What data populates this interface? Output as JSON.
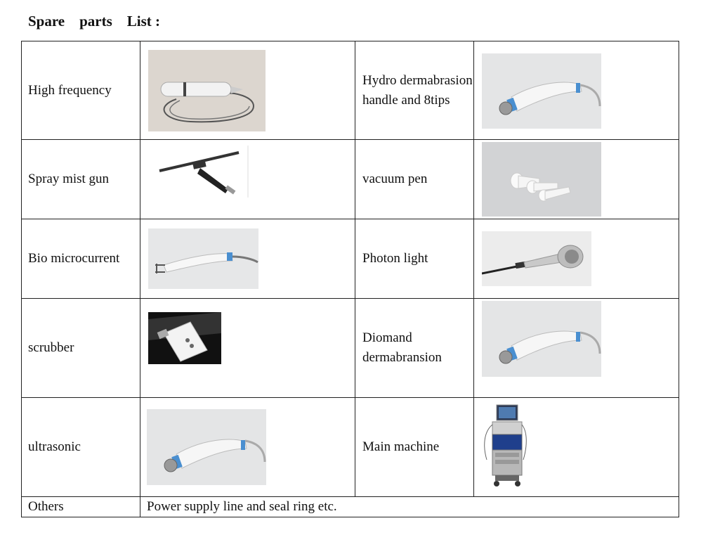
{
  "title": "Spare    parts    List :",
  "rows": [
    {
      "left": {
        "label": "High frequency",
        "image": "high-frequency-wand-image"
      },
      "right": {
        "label": "Hydro dermabrasion handle and 8tips",
        "image": "hydro-dermabrasion-handle-image"
      }
    },
    {
      "left": {
        "label": "Spray mist gun",
        "image": "spray-mist-gun-image"
      },
      "right": {
        "label": "vacuum pen",
        "image": "vacuum-pen-tips-image"
      }
    },
    {
      "left": {
        "label": "Bio microcurrent",
        "image": "bio-microcurrent-handle-image"
      },
      "right": {
        "label": "Photon light",
        "image": "photon-light-handle-image"
      }
    },
    {
      "left": {
        "label": "scrubber",
        "image": "scrubber-device-image"
      },
      "right": {
        "label": "Diomand dermabransion",
        "image": "diamond-dermabrasion-handle-image"
      }
    },
    {
      "left": {
        "label": "ultrasonic",
        "image": "ultrasonic-handle-image"
      },
      "right": {
        "label": "Main machine",
        "image": "main-machine-image"
      }
    }
  ],
  "others": {
    "label": "Others",
    "value": "Power supply line and seal ring etc."
  }
}
